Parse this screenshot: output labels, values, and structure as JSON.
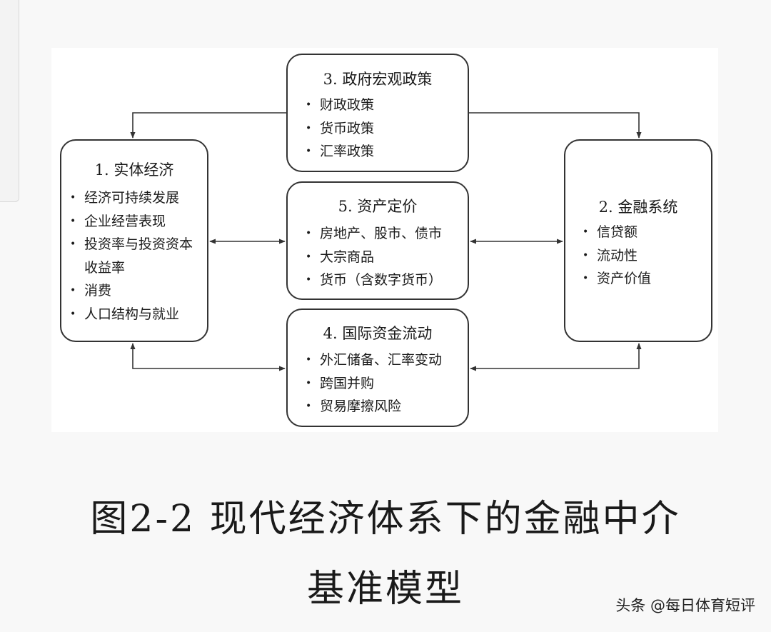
{
  "boxes": {
    "real_economy": {
      "title": "1. 实体经济",
      "items": [
        "经济可持续发展",
        "企业经营表现",
        "投资率与投资资本收益率",
        "消费",
        "人口结构与就业"
      ]
    },
    "financial_system": {
      "title": "2. 金融系统",
      "items": [
        "信贷额",
        "流动性",
        "资产价值"
      ]
    },
    "government_policy": {
      "title": "3. 政府宏观政策",
      "items": [
        "财政政策",
        "货币政策",
        "汇率政策"
      ]
    },
    "international_capital": {
      "title": "4. 国际资金流动",
      "items": [
        "外汇储备、汇率变动",
        "跨国并购",
        "贸易摩擦风险"
      ]
    },
    "asset_pricing": {
      "title": "5. 资产定价",
      "items": [
        "房地产、股市、债市",
        "大宗商品",
        "货币（含数字货币）"
      ]
    }
  },
  "caption": {
    "line1": "图2-2 现代经济体系下的金融中介",
    "line2": "基准模型"
  },
  "watermark": "头条 @每日体育短评"
}
